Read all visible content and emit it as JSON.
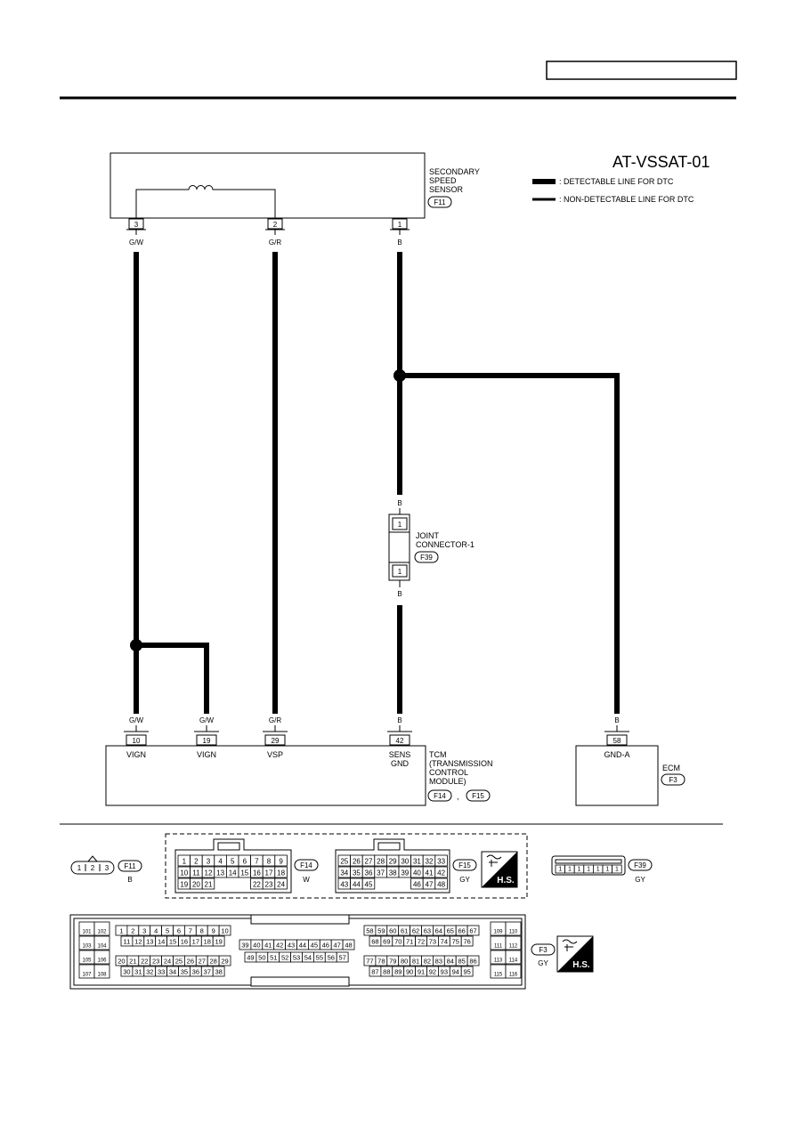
{
  "header": {
    "box_text": ""
  },
  "diagram_id": "AT-VSSAT-01",
  "legend": {
    "detectable": ": DETECTABLE LINE FOR DTC",
    "non_detectable": ": NON-DETECTABLE LINE FOR DTC"
  },
  "sensor": {
    "name_line1": "SECONDARY",
    "name_line2": "SPEED",
    "name_line3": "SENSOR",
    "connector": "F11",
    "pins": [
      "3",
      "2",
      "1"
    ],
    "wire_colors": [
      "G/W",
      "G/R",
      "B"
    ]
  },
  "joint": {
    "name_line1": "JOINT",
    "name_line2": "CONNECTOR-1",
    "connector": "F39",
    "pin_top": "1",
    "pin_bottom": "1",
    "wire_top": "B",
    "wire_bottom": "B"
  },
  "tcm": {
    "name_line1": "TCM",
    "name_line2": "(TRANSMISSION",
    "name_line3": "CONTROL",
    "name_line4": "MODULE)",
    "connector_a": "F14",
    "connector_b": "F15",
    "separator": ",",
    "pins": [
      "10",
      "19",
      "29",
      "42"
    ],
    "pin_labels": [
      "VIGN",
      "VIGN",
      "VSP",
      "SENS"
    ],
    "pin_label_42_line2": "GND",
    "wire_colors": [
      "G/W",
      "G/W",
      "G/R",
      "B"
    ]
  },
  "ecm": {
    "name": "ECM",
    "connector": "F3",
    "pin": "58",
    "pin_label": "GND-A",
    "wire_color": "B"
  },
  "connector_views": {
    "f11": {
      "id": "F11",
      "color": "B",
      "pins": [
        "1",
        "2",
        "3"
      ]
    },
    "f14": {
      "id": "F14",
      "color": "W",
      "rows": [
        [
          "1",
          "2",
          "3",
          "4",
          "5",
          "6",
          "7",
          "8",
          "9"
        ],
        [
          "10",
          "11",
          "12",
          "13",
          "14",
          "15",
          "16",
          "17",
          "18"
        ],
        [
          "19",
          "20",
          "21",
          "",
          "",
          "",
          "22",
          "23",
          "24"
        ]
      ]
    },
    "f15": {
      "id": "F15",
      "color": "GY",
      "rows": [
        [
          "25",
          "26",
          "27",
          "28",
          "29",
          "30",
          "31",
          "32",
          "33"
        ],
        [
          "34",
          "35",
          "36",
          "37",
          "38",
          "39",
          "40",
          "41",
          "42"
        ],
        [
          "43",
          "44",
          "45",
          "",
          "",
          "",
          "46",
          "47",
          "48"
        ]
      ]
    },
    "f39": {
      "id": "F39",
      "color": "GY",
      "pins": [
        "1",
        "1",
        "1",
        "1",
        "1",
        "1",
        "1"
      ]
    },
    "f3": {
      "id": "F3",
      "color": "GY",
      "left_block": [
        [
          "101",
          "102"
        ],
        [
          "103",
          "104"
        ],
        [
          "105",
          "106"
        ],
        [
          "107",
          "108"
        ]
      ],
      "right_block": [
        [
          "109",
          "110"
        ],
        [
          "111",
          "112"
        ],
        [
          "113",
          "114"
        ],
        [
          "115",
          "116"
        ]
      ],
      "row1a": [
        "1",
        "2",
        "3",
        "4",
        "5",
        "6",
        "7",
        "8",
        "9",
        "10"
      ],
      "row2a": [
        "11",
        "12",
        "13",
        "14",
        "15",
        "16",
        "17",
        "18",
        "19"
      ],
      "row3a": [
        "20",
        "21",
        "22",
        "23",
        "24",
        "25",
        "26",
        "27",
        "28",
        "29"
      ],
      "row4a": [
        "30",
        "31",
        "32",
        "33",
        "34",
        "35",
        "36",
        "37",
        "38"
      ],
      "row2m": [
        "39",
        "40",
        "41",
        "42",
        "43",
        "44",
        "45",
        "46",
        "47",
        "48"
      ],
      "row3m": [
        "49",
        "50",
        "51",
        "52",
        "53",
        "54",
        "55",
        "56",
        "57"
      ],
      "row1b": [
        "58",
        "59",
        "60",
        "61",
        "62",
        "63",
        "64",
        "65",
        "66",
        "67"
      ],
      "row2b": [
        "68",
        "69",
        "70",
        "71",
        "72",
        "73",
        "74",
        "75",
        "76"
      ],
      "row3b": [
        "77",
        "78",
        "79",
        "80",
        "81",
        "82",
        "83",
        "84",
        "85",
        "86"
      ],
      "row4b": [
        "87",
        "88",
        "89",
        "90",
        "91",
        "92",
        "93",
        "94",
        "95"
      ]
    },
    "hs_label": "H.S."
  }
}
